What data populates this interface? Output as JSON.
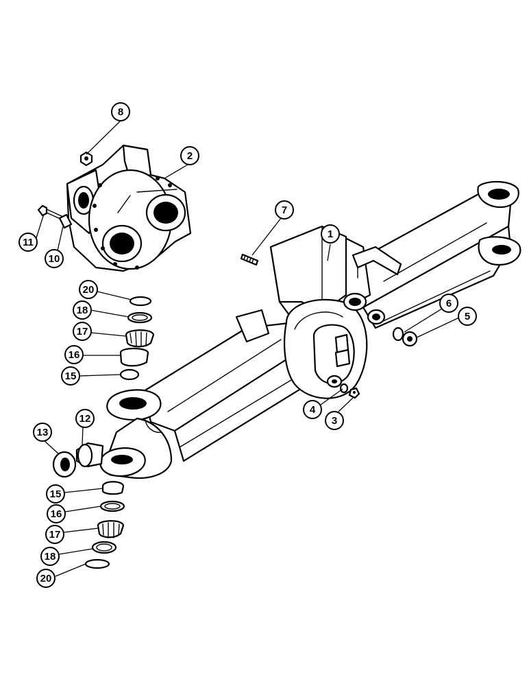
{
  "callouts": [
    {
      "id": "c1",
      "label": "1"
    },
    {
      "id": "c2",
      "label": "2"
    },
    {
      "id": "c3",
      "label": "3"
    },
    {
      "id": "c4",
      "label": "4"
    },
    {
      "id": "c5",
      "label": "5"
    },
    {
      "id": "c6",
      "label": "6"
    },
    {
      "id": "c7",
      "label": "7"
    },
    {
      "id": "c8",
      "label": "8"
    },
    {
      "id": "c10",
      "label": "10"
    },
    {
      "id": "c11",
      "label": "11"
    },
    {
      "id": "c12",
      "label": "12"
    },
    {
      "id": "c13",
      "label": "13"
    },
    {
      "id": "c15a",
      "label": "15"
    },
    {
      "id": "c16a",
      "label": "16"
    },
    {
      "id": "c17a",
      "label": "17"
    },
    {
      "id": "c18a",
      "label": "18"
    },
    {
      "id": "c20a",
      "label": "20"
    },
    {
      "id": "c15b",
      "label": "15"
    },
    {
      "id": "c16b",
      "label": "16"
    },
    {
      "id": "c17b",
      "label": "17"
    },
    {
      "id": "c18b",
      "label": "18"
    },
    {
      "id": "c20b",
      "label": "20"
    }
  ]
}
